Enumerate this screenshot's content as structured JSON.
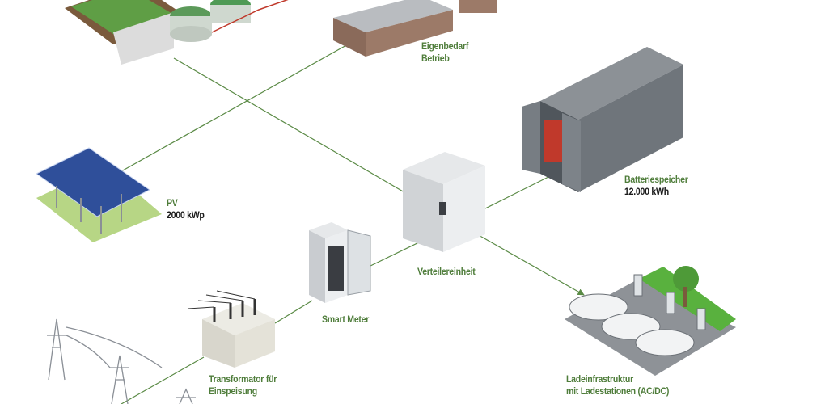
{
  "colors": {
    "label_green": "#4f7d3b",
    "line_green": "#5a8a45",
    "value_black": "#1a1a1a"
  },
  "components": {
    "eigenbedarf": {
      "line1": "Eigenbedarf",
      "line2": "Betrieb"
    },
    "battery": {
      "name": "Batteriespeicher",
      "value": "12.000 kWh"
    },
    "pv": {
      "name": "PV",
      "value": "2000 kWp"
    },
    "distribution": {
      "name": "Verteilereinheit"
    },
    "smart_meter": {
      "name": "Smart Meter"
    },
    "transformer": {
      "line1": "Transformator für",
      "line2": "Einspeisung"
    },
    "charging": {
      "line1": "Ladeinfrastruktur",
      "line2": "mit Ladestationen (AC/DC)"
    }
  }
}
